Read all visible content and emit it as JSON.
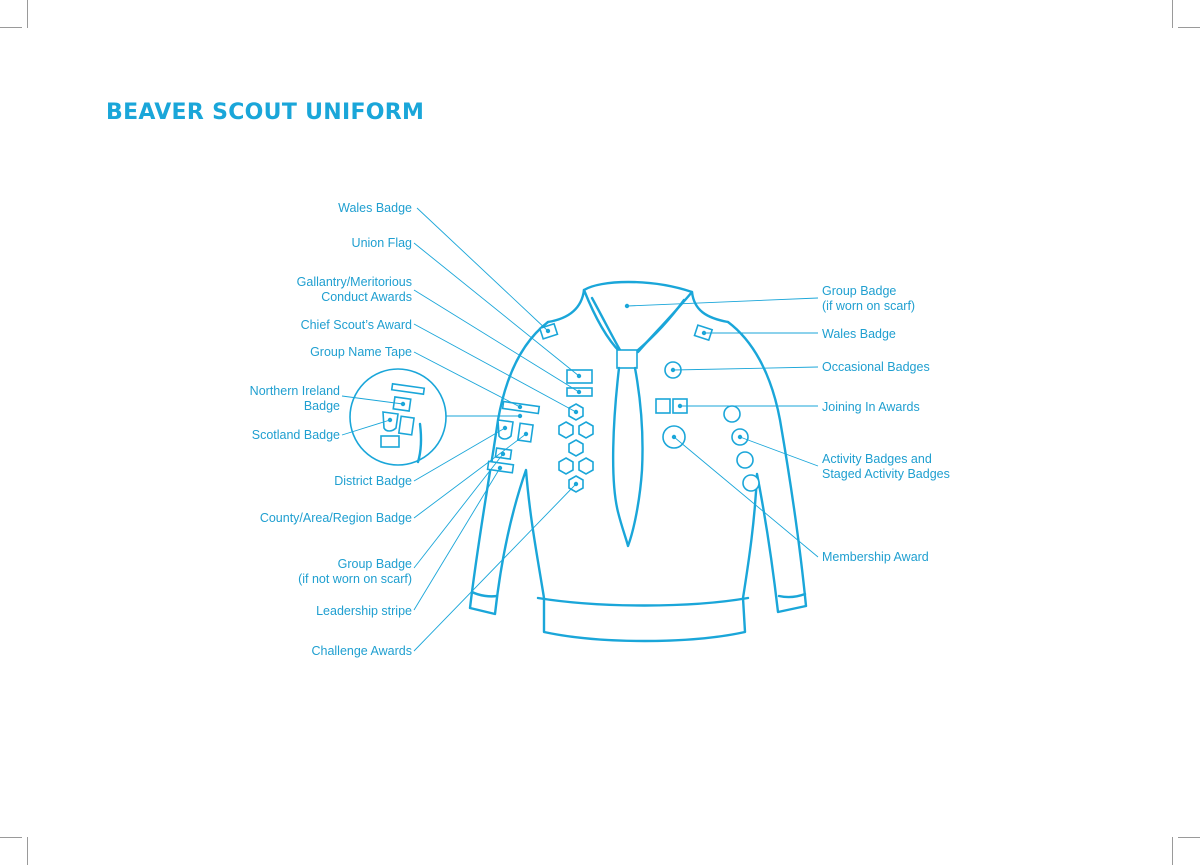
{
  "title": "BEAVER SCOUT UNIFORM",
  "colors": {
    "accent": "#1aa6d9",
    "label": "#1f9fd0"
  },
  "left_labels": {
    "wales_badge": "Wales Badge",
    "union_flag": "Union Flag",
    "gallantry": [
      "Gallantry/Meritorious",
      "Conduct Awards"
    ],
    "chief_scout": "Chief Scout’s Award",
    "group_name_tape": "Group Name Tape",
    "northern_ireland": [
      "Northern Ireland",
      "Badge"
    ],
    "scotland": "Scotland Badge",
    "district": "District Badge",
    "county": "County/Area/Region Badge",
    "group_badge_not_scarf": [
      "Group Badge",
      "(if not worn on scarf)"
    ],
    "leadership_stripe": "Leadership stripe",
    "challenge_awards": "Challenge Awards"
  },
  "right_labels": {
    "group_badge_scarf": [
      "Group Badge",
      "(if worn on scarf)"
    ],
    "wales_badge": "Wales Badge",
    "occasional": "Occasional Badges",
    "joining_in": "Joining In Awards",
    "activity": [
      "Activity Badges and",
      "Staged Activity Badges"
    ],
    "membership": "Membership Award"
  }
}
